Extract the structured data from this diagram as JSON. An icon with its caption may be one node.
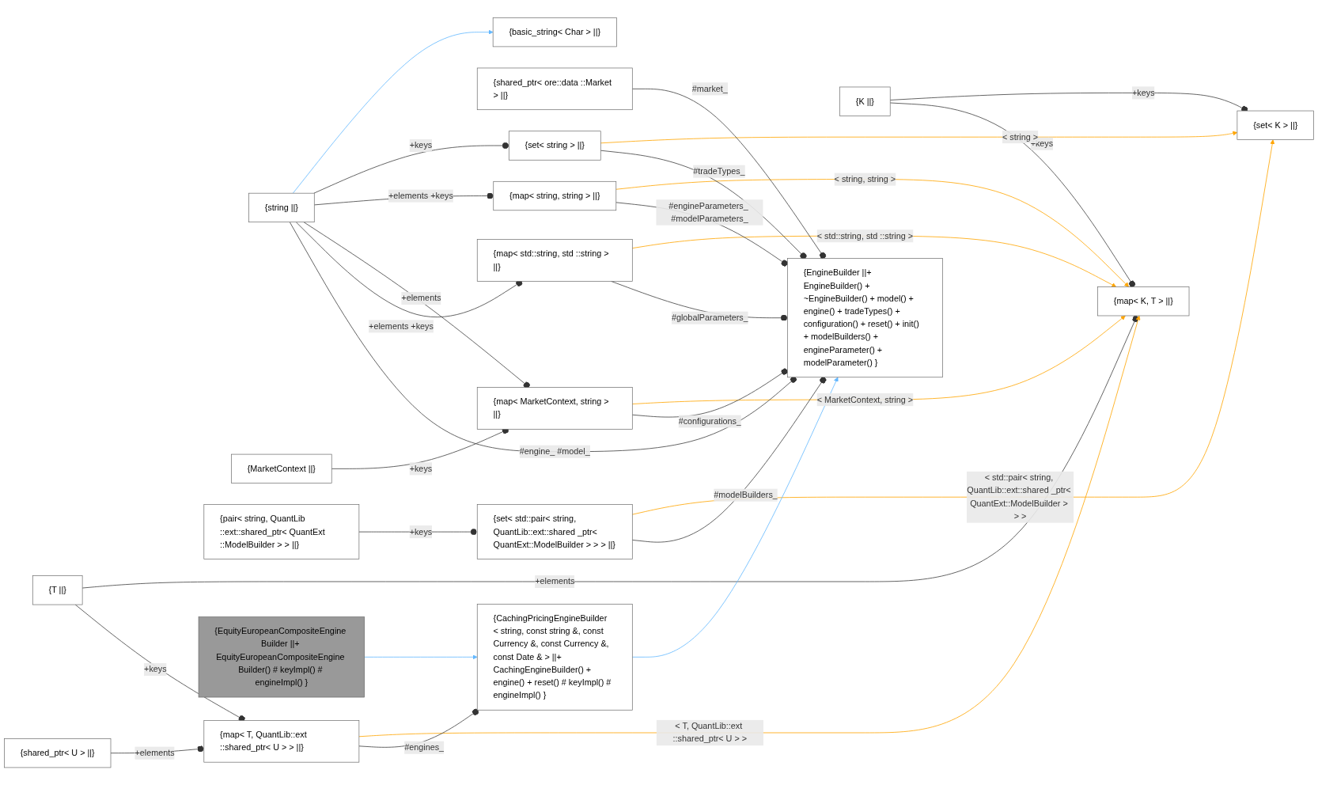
{
  "diagram": {
    "nodes": [
      {
        "text": [
          "{basic_string< Char > ||}"
        ]
      },
      {
        "text": [
          "{K ||}"
        ]
      },
      {
        "text": [
          "{T ||}"
        ]
      },
      {
        "text": [
          "{string ||}"
        ]
      },
      {
        "text": [
          "{MarketContext ||}"
        ]
      },
      {
        "text": [
          "{set< K > ||}"
        ]
      },
      {
        "text": [
          "{map< K, T > ||}"
        ]
      },
      {
        "text": [
          "{pair< string, QuantLib ::ext::shared_ptr< QuantExt ::ModelBuilder > > ||}"
        ]
      },
      {
        "text": [
          "{shared_ptr< U > ||}"
        ]
      },
      {
        "text": [
          "{shared_ptr< ore::data ::Market > ||}"
        ]
      },
      {
        "text": [
          "{set< string > ||}"
        ]
      },
      {
        "text": [
          "{map< string, string > ||}"
        ]
      },
      {
        "text": [
          "{map< MarketContext, string > ||}"
        ]
      },
      {
        "text": [
          "{map< std::string, std ::string > ||}"
        ]
      },
      {
        "text": [
          "{set< std::pair< string, QuantLib::ext::shared _ptr< QuantExt::ModelBuilder > > > ||}"
        ]
      },
      {
        "text": [
          "{map< T, QuantLib::ext ::shared_ptr< U > > ||}"
        ]
      },
      {
        "text": [
          "{EngineBuilder ||+ EngineBuilder() + ~EngineBuilder() + model() + engine() + tradeTypes() + configuration() + reset() + init() + modelBuilders() + engineParameter() + modelParameter() }"
        ]
      },
      {
        "text": [
          "{CachingPricingEngineBuilder < string, const string &, const Currency &, const Currency &, const Date & > ||+ CachingEngineBuilder() + engine() + reset() # keyImpl() # engineImpl() }"
        ]
      },
      {
        "text": [
          "{EquityEuropeanCompositeEngine Builder ||+ EquityEuropeanCompositeEngine Builder() # keyImpl() # engineImpl() }"
        ]
      }
    ],
    "edges": [
      {
        "from": 3,
        "to": 0,
        "arrow": "to",
        "color": "#63b8ff"
      },
      {
        "from": 1,
        "to": 5,
        "arrow": "other",
        "label": "+keys"
      },
      {
        "from": 1,
        "to": 6,
        "arrow": "other",
        "label": "+keys"
      },
      {
        "from": 2,
        "to": 6,
        "arrow": "other",
        "label": "+elements"
      },
      {
        "from": 2,
        "to": 15,
        "arrow": "other",
        "label": "+keys"
      },
      {
        "from": 3,
        "to": 10,
        "arrow": "other",
        "label": "+keys"
      },
      {
        "from": 3,
        "to": 11,
        "arrow": "other",
        "label": "+elements +keys"
      },
      {
        "from": 3,
        "to": 12,
        "arrow": "other",
        "label": "+elements"
      },
      {
        "from": 3,
        "to": 13,
        "arrow": "other",
        "label": "+elements +keys"
      },
      {
        "from": 4,
        "to": 12,
        "arrow": "other",
        "label": "+keys"
      },
      {
        "from": 7,
        "to": 14,
        "arrow": "other",
        "label": "+keys"
      },
      {
        "from": 8,
        "to": 15,
        "arrow": "other",
        "label": "+elements"
      },
      {
        "from": 10,
        "to": 5,
        "arrow": "to",
        "label": "< string >",
        "color": "#ffa500"
      },
      {
        "from": 11,
        "to": 6,
        "arrow": "to",
        "label": "< string, string >",
        "color": "#ffa500"
      },
      {
        "from": 12,
        "to": 6,
        "arrow": "to",
        "label": "< MarketContext, string >",
        "color": "#ffa500"
      },
      {
        "from": 13,
        "to": 6,
        "arrow": "to",
        "label": "< std::string, std ::string >",
        "color": "#ffa500"
      },
      {
        "from": 14,
        "to": 5,
        "arrow": "to",
        "label": "< std::pair< string, QuantLib::ext::shared _ptr< QuantExt::ModelBuilder > > >",
        "color": "#ffa500"
      },
      {
        "from": 15,
        "to": 6,
        "arrow": "to",
        "label": "< T, QuantLib::ext ::shared_ptr< U > >",
        "color": "#ffa500"
      },
      {
        "from": 3,
        "to": 16,
        "arrow": "other",
        "label": "#engine_ #model_"
      },
      {
        "from": 9,
        "to": 16,
        "arrow": "other",
        "label": "#market_"
      },
      {
        "from": 10,
        "to": 16,
        "arrow": "other",
        "label": "#tradeTypes_"
      },
      {
        "from": 11,
        "to": 16,
        "arrow": "other",
        "label": "#engineParameters_ #modelParameters_"
      },
      {
        "from": 12,
        "to": 16,
        "arrow": "other",
        "label": "#configurations_"
      },
      {
        "from": 13,
        "to": 16,
        "arrow": "other",
        "label": "#globalParameters_"
      },
      {
        "from": 14,
        "to": 16,
        "arrow": "other",
        "label": "#modelBuilders_"
      },
      {
        "from": 15,
        "to": 17,
        "arrow": "other",
        "label": "#engines_"
      },
      {
        "from": 17,
        "to": 16,
        "arrow": "to",
        "color": "#63b8ff"
      },
      {
        "from": 18,
        "to": 17,
        "arrow": "to",
        "color": "#63b8ff"
      }
    ]
  }
}
